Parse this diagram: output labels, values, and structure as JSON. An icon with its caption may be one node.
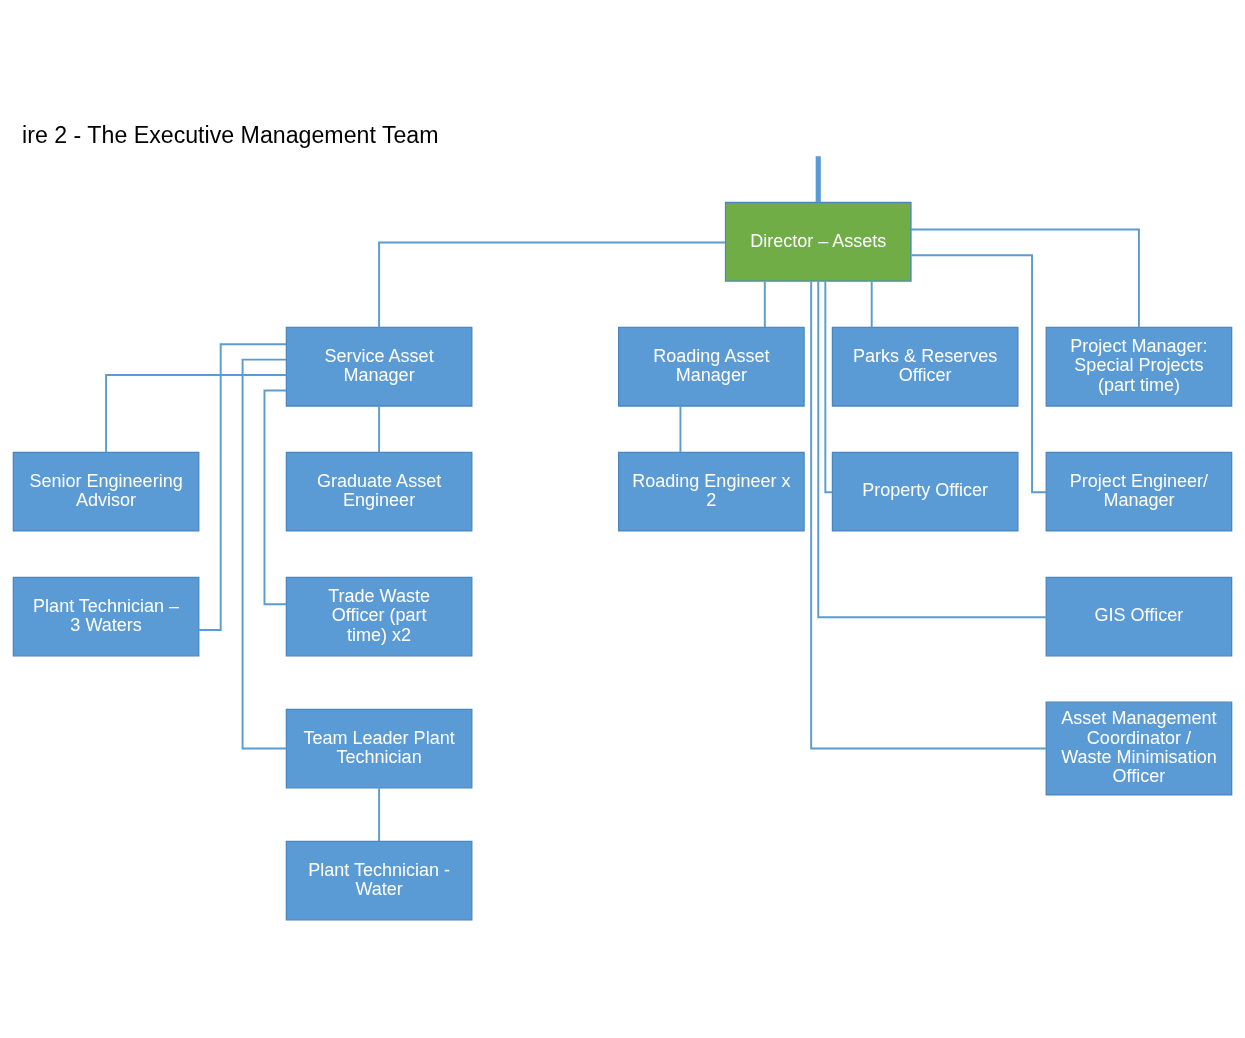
{
  "diagram": {
    "title": "ire 2 - The Executive Management Team",
    "nodes": [
      {
        "text": [
          "Director – Assets"
        ]
      },
      {
        "text": [
          "Service Asset Manager"
        ]
      },
      {
        "text": [
          "Roading Asset Manager"
        ]
      },
      {
        "text": [
          "Parks & Reserves Officer"
        ]
      },
      {
        "text": [
          "Project Manager: Special Projects (part time)"
        ]
      },
      {
        "text": [
          "Senior Engineering Advisor"
        ]
      },
      {
        "text": [
          "Plant Technician – 3 Waters"
        ]
      },
      {
        "text": [
          "Graduate Asset Engineer"
        ]
      },
      {
        "text": [
          "Trade Waste Officer (part time) x2"
        ]
      },
      {
        "text": [
          "Team Leader Plant Technician"
        ]
      },
      {
        "text": [
          "Plant Technician - Water"
        ]
      },
      {
        "text": [
          "Roading Engineer x 2"
        ]
      },
      {
        "text": [
          "Property Officer"
        ]
      },
      {
        "text": [
          "Project Engineer/ Manager"
        ]
      },
      {
        "text": [
          "GIS Officer"
        ]
      },
      {
        "text": [
          "Asset Management Coordinator / Waste Minimisation Officer"
        ]
      }
    ],
    "edges": [
      {
        "from": null,
        "to": 0,
        "arrow": "none",
        "style": "thick"
      },
      {
        "from": 0,
        "to": 1,
        "arrow": "none"
      },
      {
        "from": 0,
        "to": 2,
        "arrow": "none"
      },
      {
        "from": 0,
        "to": 3,
        "arrow": "none"
      },
      {
        "from": 0,
        "to": 12,
        "arrow": "none"
      },
      {
        "from": 0,
        "to": 4,
        "arrow": "none"
      },
      {
        "from": 0,
        "to": 13,
        "arrow": "none"
      },
      {
        "from": 0,
        "to": 14,
        "arrow": "none"
      },
      {
        "from": 0,
        "to": 15,
        "arrow": "none"
      },
      {
        "from": 1,
        "to": 5,
        "arrow": "none"
      },
      {
        "from": 1,
        "to": 6,
        "arrow": "none"
      },
      {
        "from": 1,
        "to": 7,
        "arrow": "none"
      },
      {
        "from": 1,
        "to": 8,
        "arrow": "none"
      },
      {
        "from": 1,
        "to": 9,
        "arrow": "none"
      },
      {
        "from": 9,
        "to": 10,
        "arrow": "none"
      },
      {
        "from": 2,
        "to": 11,
        "arrow": "none"
      }
    ]
  }
}
